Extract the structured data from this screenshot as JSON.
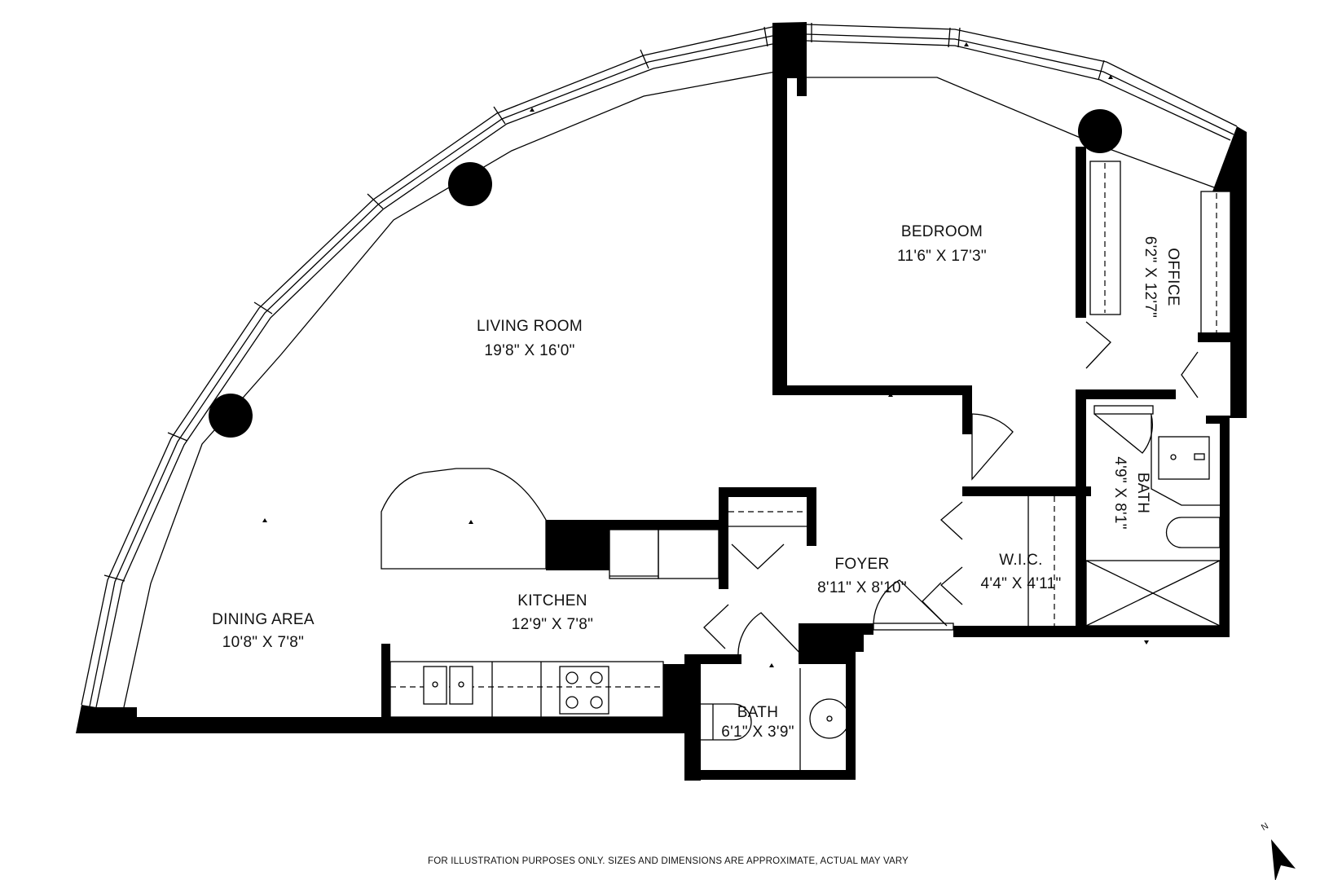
{
  "floorplan": {
    "rooms": [
      {
        "id": "living-room",
        "name": "LIVING ROOM",
        "dims": "19'8\" X 16'0\""
      },
      {
        "id": "bedroom",
        "name": "BEDROOM",
        "dims": "11'6\" X 17'3\""
      },
      {
        "id": "office",
        "name": "OFFICE",
        "dims": "6'2\" X 12'7\""
      },
      {
        "id": "bath-master",
        "name": "BATH",
        "dims": "4'9\" X 8'1\""
      },
      {
        "id": "foyer",
        "name": "FOYER",
        "dims": "8'11\" X 8'10\""
      },
      {
        "id": "wic",
        "name": "W.I.C.",
        "dims": "4'4\" X 4'11\""
      },
      {
        "id": "kitchen",
        "name": "KITCHEN",
        "dims": "12'9\" X 7'8\""
      },
      {
        "id": "dining-area",
        "name": "DINING AREA",
        "dims": "10'8\" X 7'8\""
      },
      {
        "id": "bath-guest",
        "name": "BATH",
        "dims": "6'1\" X 3'9\""
      }
    ],
    "disclaimer": "FOR ILLUSTRATION PURPOSES ONLY. SIZES AND DIMENSIONS ARE APPROXIMATE, ACTUAL MAY VARY",
    "compass": {
      "label": "N"
    }
  }
}
